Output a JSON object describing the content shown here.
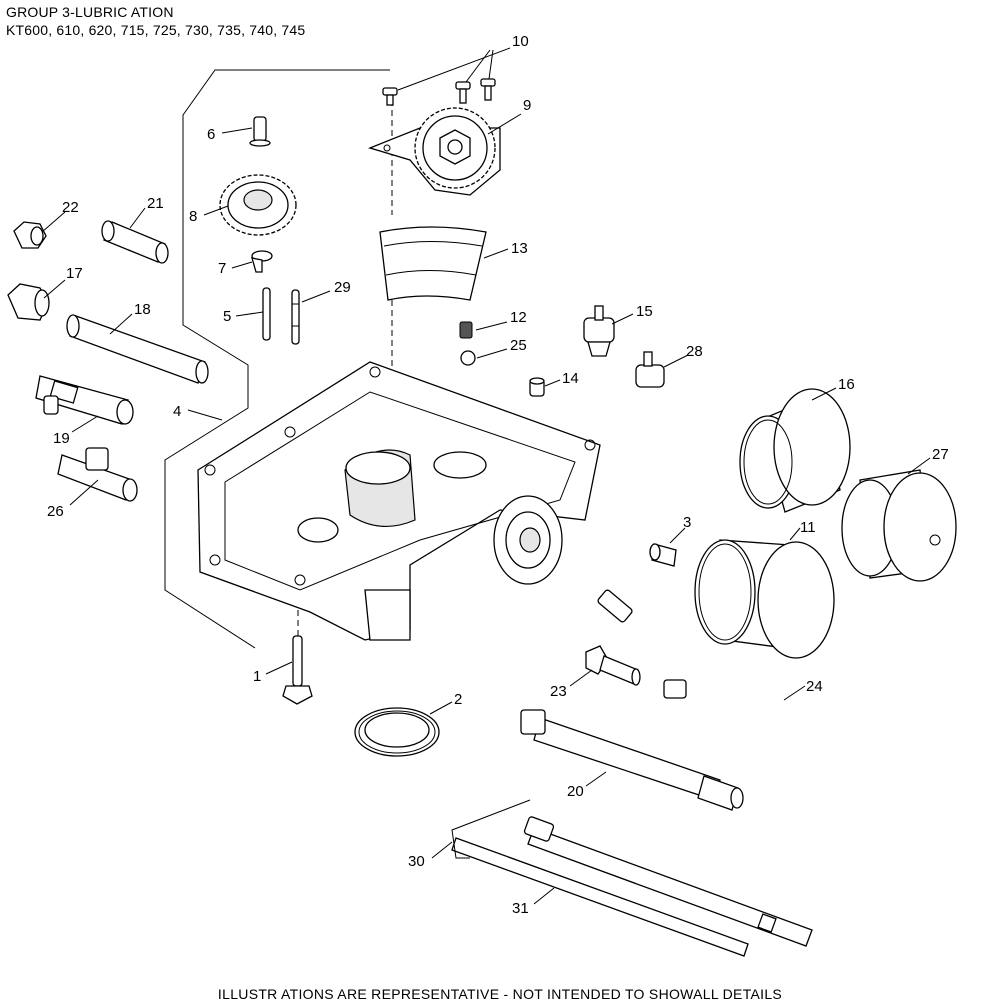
{
  "header": {
    "title": "GROUP 3-LUBRIC ATION",
    "models": "KT600, 610, 620, 715, 725, 730, 735, 740, 745"
  },
  "footer": {
    "note": "ILLUSTR ATIONS ARE REPRESENTATIVE - NOT INTENDED TO SHOWALL DETAILS"
  },
  "callouts": {
    "c1": "1",
    "c2": "2",
    "c3": "3",
    "c4": "4",
    "c5": "5",
    "c6": "6",
    "c7": "7",
    "c8": "8",
    "c9": "9",
    "c10": "10",
    "c11": "11",
    "c12": "12",
    "c13": "13",
    "c14": "14",
    "c15": "15",
    "c16": "16",
    "c17": "17",
    "c18": "18",
    "c19": "19",
    "c20": "20",
    "c21": "21",
    "c22": "22",
    "c23": "23",
    "c24": "24",
    "c25": "25",
    "c26": "26",
    "c27": "27",
    "c28": "28",
    "c29": "29",
    "c30": "30",
    "c31": "31"
  }
}
